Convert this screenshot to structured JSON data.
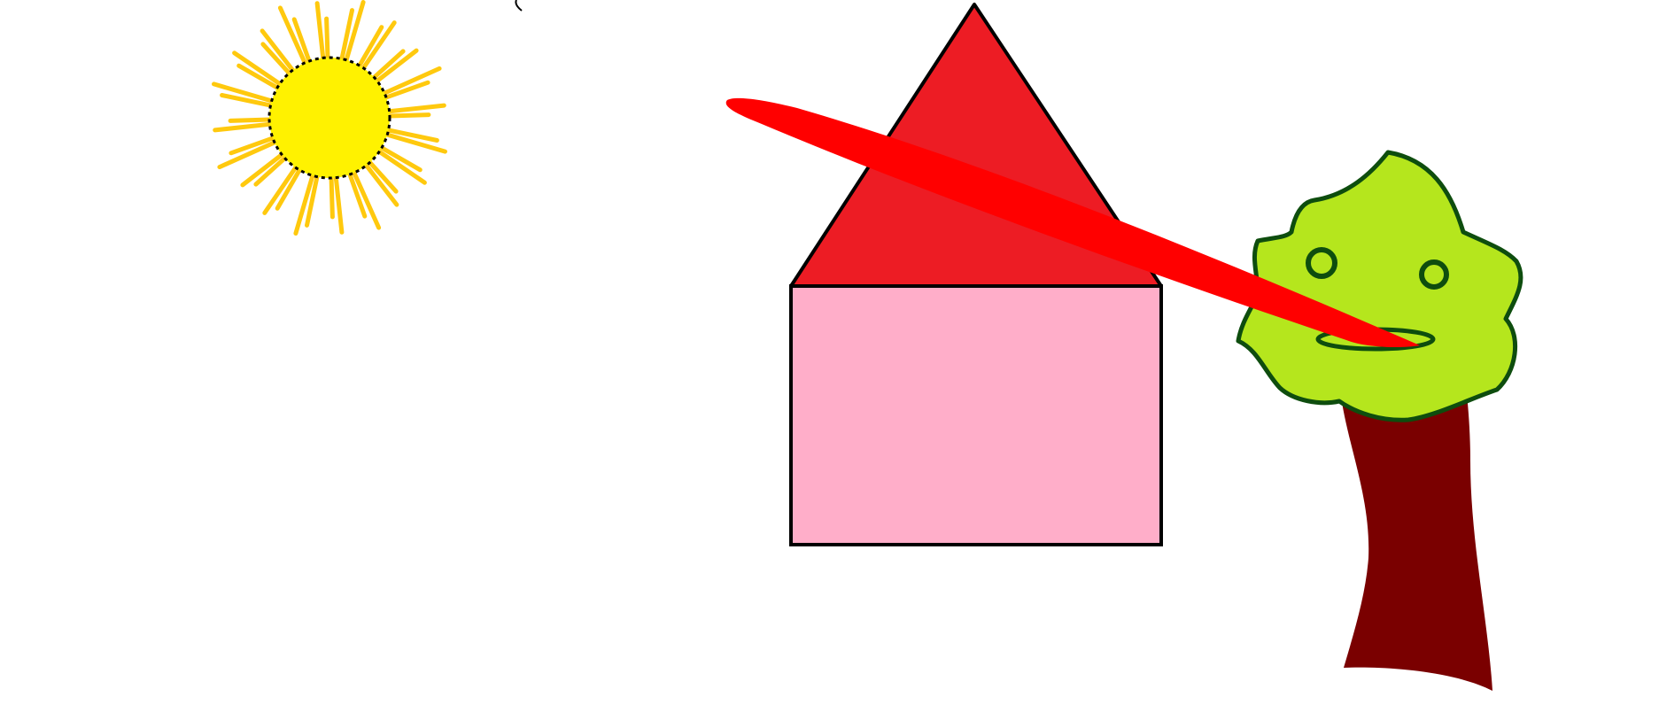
{
  "drawing": {
    "objects": [
      {
        "name": "sun",
        "icon": "sun-icon"
      },
      {
        "name": "house-roof",
        "icon": "triangle-icon"
      },
      {
        "name": "house-body",
        "icon": "rectangle-icon"
      },
      {
        "name": "red-stroke",
        "icon": "brush-stroke-icon"
      },
      {
        "name": "tree",
        "icon": "tree-icon"
      }
    ],
    "colors": {
      "background": "#ffffff",
      "sun_core": "#fff200",
      "sun_rays": "#ffc90e",
      "roof": "#ed1c24",
      "house_body": "#ffaec9",
      "outline": "#000000",
      "red_stroke": "#ff0000",
      "tree_canopy": "#b5e61d",
      "tree_outline": "#0e4d0e",
      "tree_trunk": "#7a0000"
    }
  }
}
